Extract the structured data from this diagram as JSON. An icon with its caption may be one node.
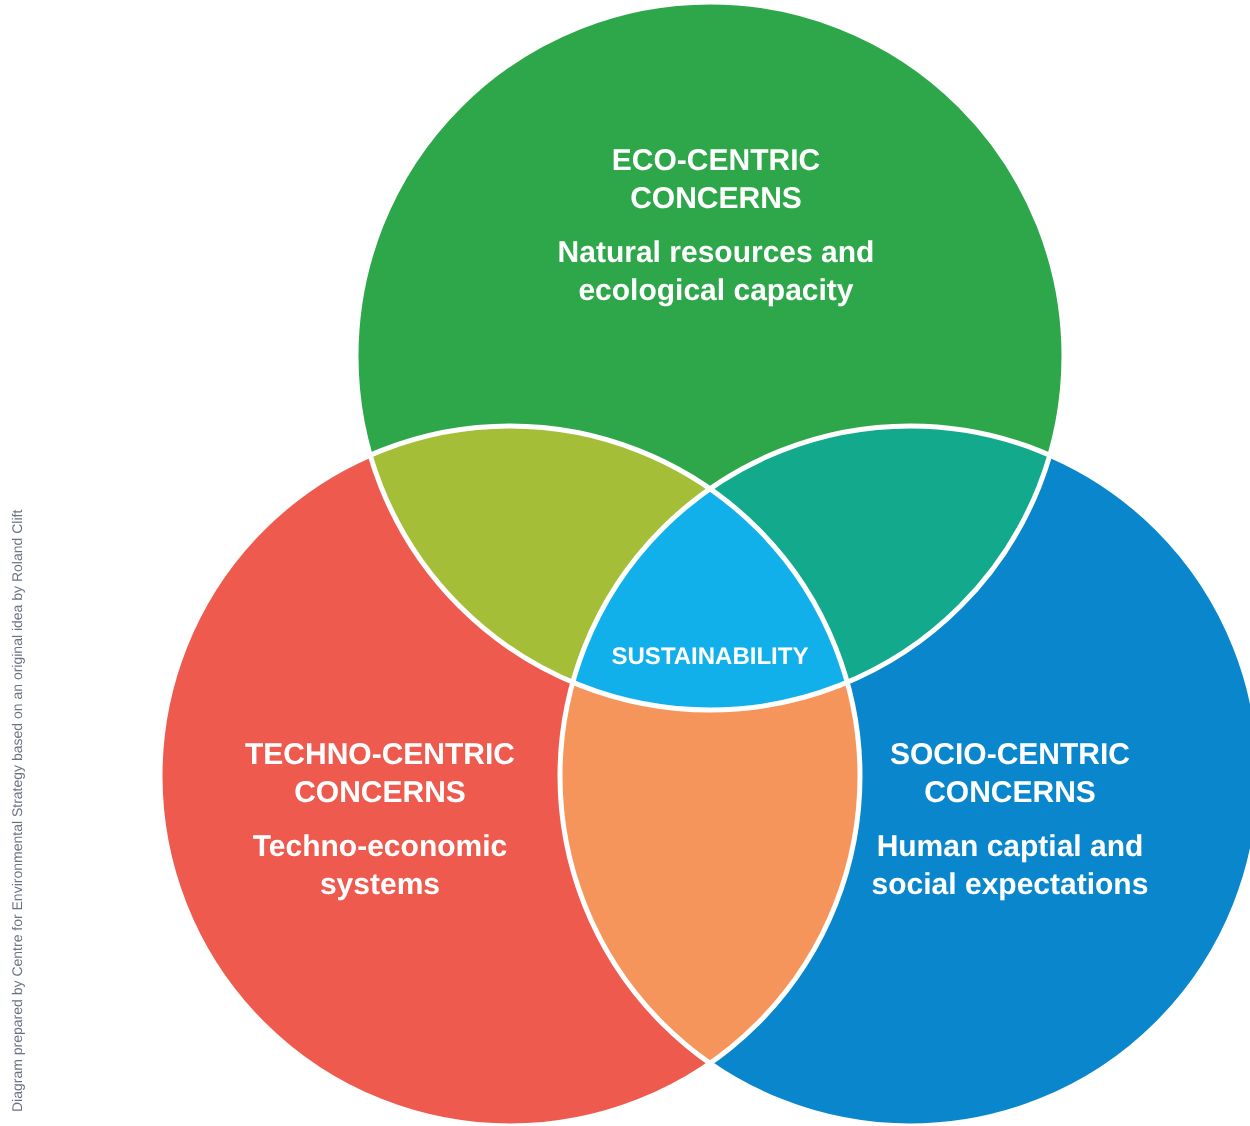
{
  "diagram": {
    "nodes": [
      {
        "text": [
          "ECO-CENTRIC CONCERNS",
          "Natural resources and ecological capacity"
        ]
      },
      {
        "text": [
          "TECHNO-CENTRIC CONCERNS",
          "Techno-economic systems"
        ]
      },
      {
        "text": [
          "SOCIO-CENTRIC CONCERNS",
          "Human captial and social expectations"
        ]
      },
      {
        "text": [
          "SUSTAINABILITY"
        ]
      }
    ],
    "labels": [
      "Diagram prepared by Centre for Environmental Strategy based on an original idea by Roland Clift"
    ]
  }
}
